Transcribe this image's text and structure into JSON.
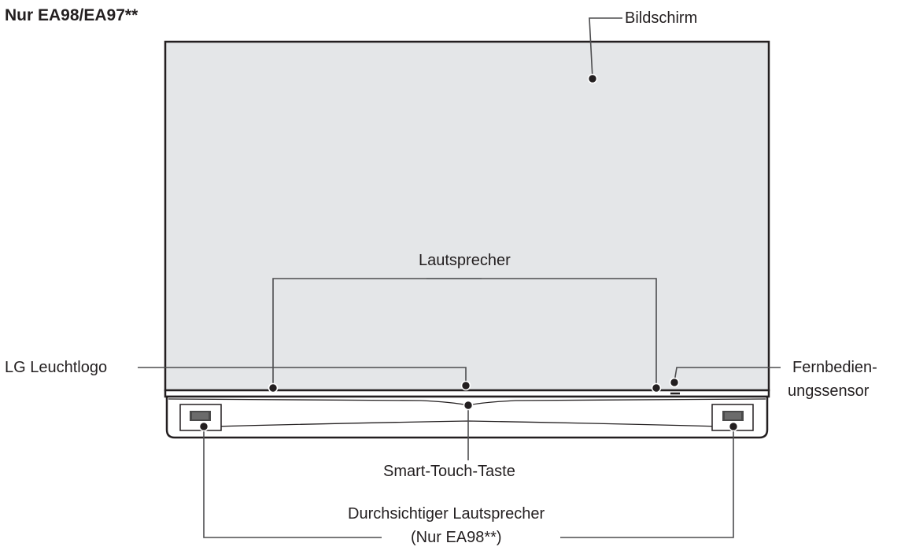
{
  "title": "Nur EA98/EA97**",
  "labels": {
    "screen": "Bildschirm",
    "speaker": "Lautsprecher",
    "logo": "LG Leuchtlogo",
    "remote_sensor_line1": "Fernbedien-",
    "remote_sensor_line2": "ungssensor",
    "touch_button": "Smart-Touch-Taste",
    "transparent_speaker_line1": "Durchsichtiger Lautsprecher",
    "transparent_speaker_line2": "(Nur EA98**)"
  }
}
